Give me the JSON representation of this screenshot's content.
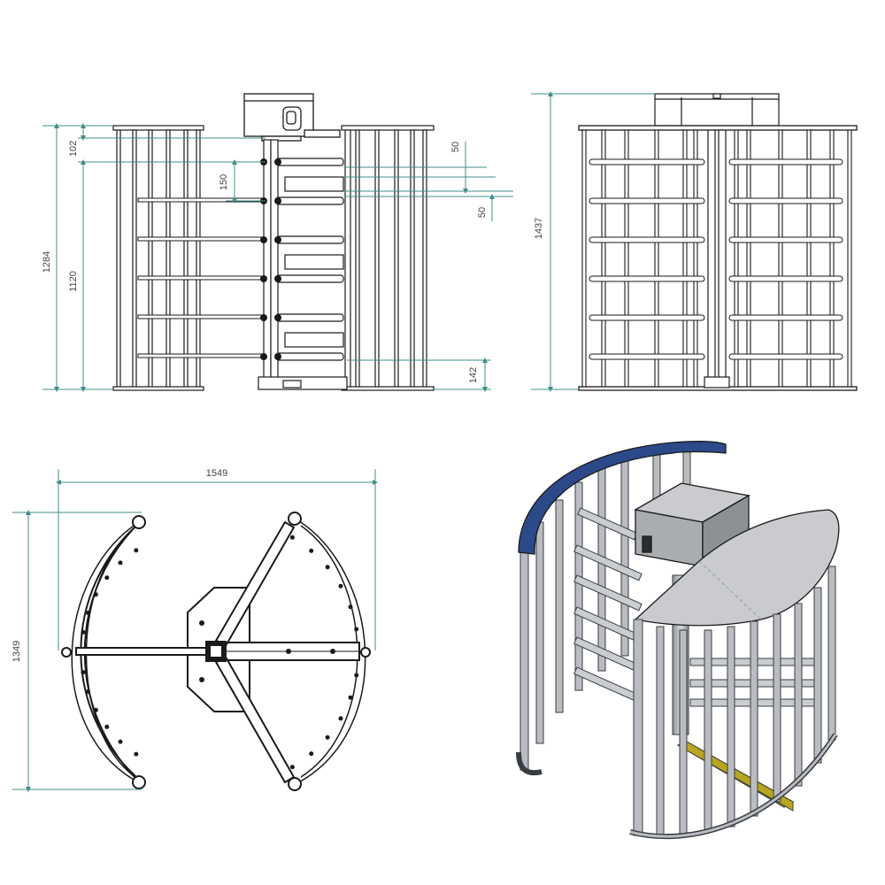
{
  "colors": {
    "dimension_line": "#3f8f8a",
    "outline": "#1a1a1a",
    "rail_fill": "#ffffff",
    "steel": "#b9bcc0",
    "steel_dark": "#8d9196",
    "top_arc": "#2c4a8a",
    "floor_plate": "#d8c51f",
    "canopy": "#c9cbce",
    "housing": "#a9acb0"
  },
  "views": {
    "side": {
      "dims": {
        "overall_height": "1284",
        "rotor_height": "1120",
        "top_offset": "102",
        "arm_spacing": "150",
        "arm_gap_top": "50",
        "arm_gap_bottom": "50",
        "bottom_offset": "142"
      }
    },
    "front": {
      "dims": {
        "overall_height": "1437"
      }
    },
    "plan": {
      "dims": {
        "width": "1549",
        "depth": "1349"
      }
    },
    "isometric": {
      "icon": "turnstile-3d-icon"
    }
  }
}
